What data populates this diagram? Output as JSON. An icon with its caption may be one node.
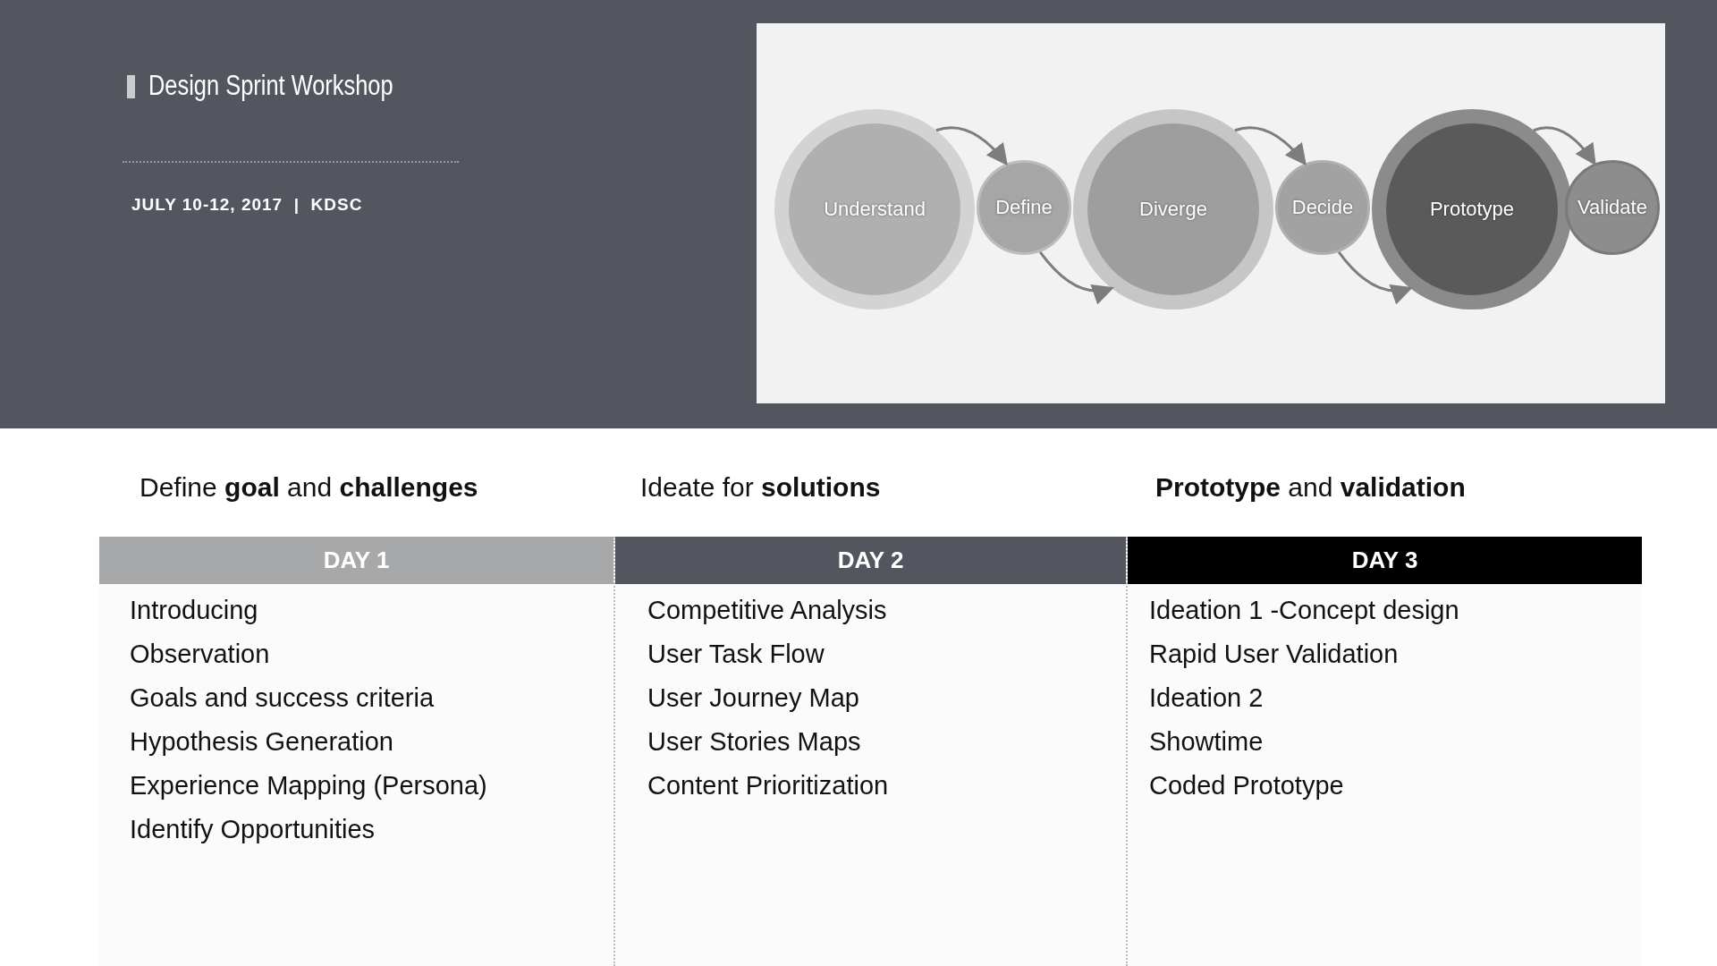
{
  "diagram": {
    "title": "Design Sprint Workshop",
    "nodes": [
      {
        "text": [
          "Understand"
        ]
      },
      {
        "text": [
          "Define"
        ]
      },
      {
        "text": [
          "Diverge"
        ]
      },
      {
        "text": [
          "Decide"
        ]
      },
      {
        "text": [
          "Prototype"
        ]
      },
      {
        "text": [
          "Validate"
        ]
      },
      {
        "text": [
          "DAY 1",
          "Introducing",
          "Observation",
          "Goals and success criteria",
          "Hypothesis Generation",
          "Experience Mapping (Persona)",
          "Identify Opportunities"
        ],
        "beside": [
          "Define **goal** and **challenges**"
        ]
      },
      {
        "text": [
          "DAY 2",
          "Competitive Analysis",
          "User Task Flow",
          "User Journey Map",
          "User Stories Maps",
          "Content Prioritization"
        ],
        "beside": [
          "Ideate for **solutions**"
        ]
      },
      {
        "text": [
          "DAY 3",
          "Ideation 1 -Concept design",
          "Rapid User Validation",
          "Ideation 2",
          "Showtime",
          "Coded Prototype"
        ],
        "beside": [
          "**Prototype** and **validation**"
        ]
      }
    ],
    "edges": [
      {
        "from": 0,
        "to": 1,
        "arrow": "to"
      },
      {
        "from": 1,
        "to": 2,
        "arrow": "to"
      },
      {
        "from": 2,
        "to": 3,
        "arrow": "to"
      },
      {
        "from": 3,
        "to": 4,
        "arrow": "to"
      },
      {
        "from": 4,
        "to": 5,
        "arrow": "to"
      }
    ],
    "labels": [
      "JULY 10-12, 2017  |  KDSC"
    ]
  }
}
